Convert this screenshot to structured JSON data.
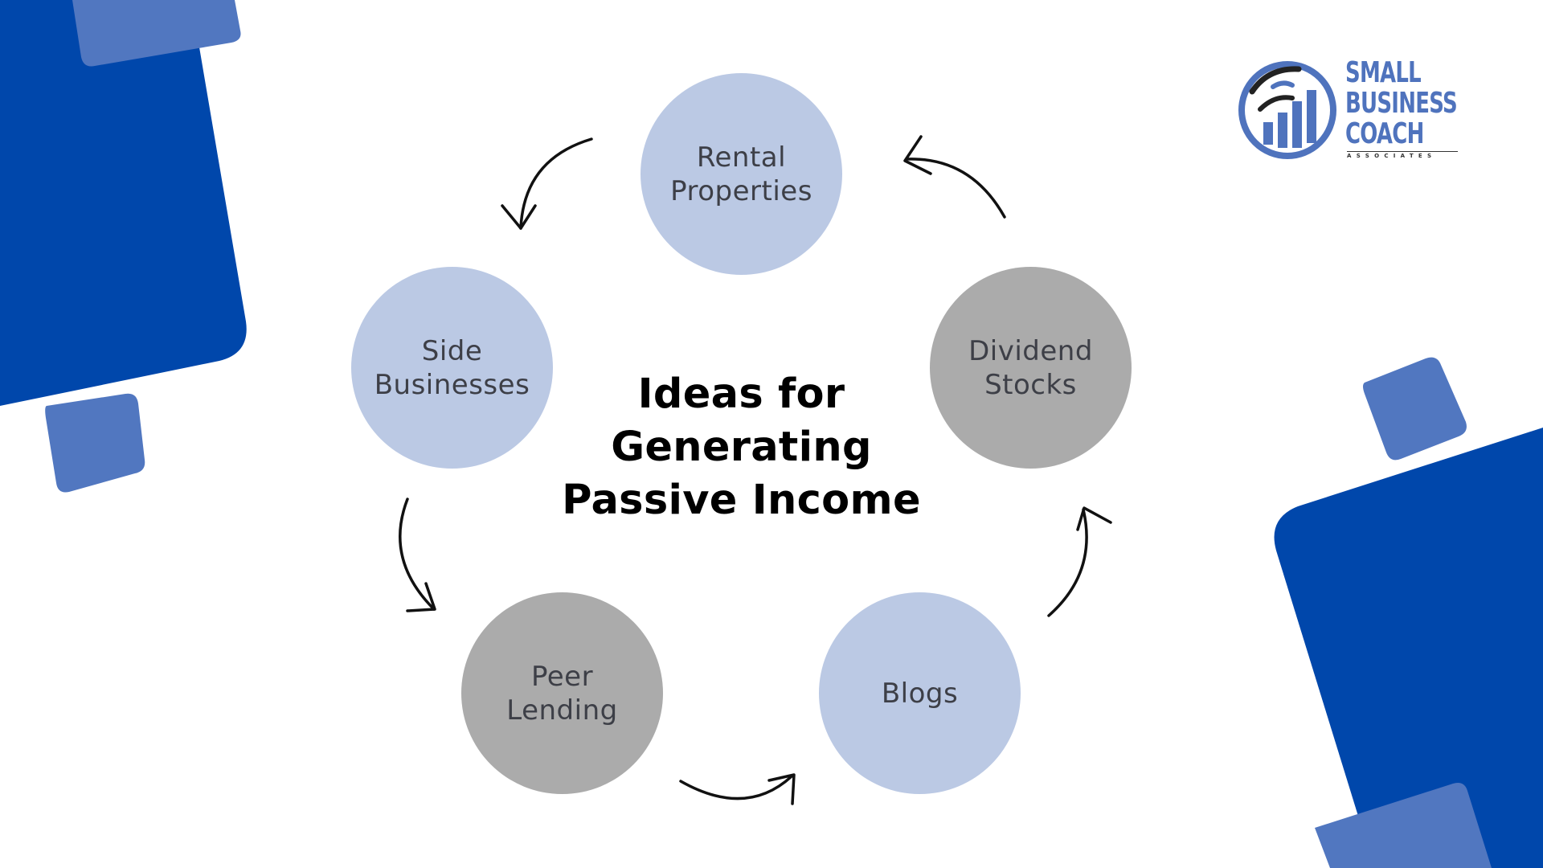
{
  "title": "Ideas for\nGenerating\nPassive Income",
  "ideas": [
    {
      "label": "Rental\nProperties",
      "fill": "#bbc9e4"
    },
    {
      "label": "Dividend\nStocks",
      "fill": "#ababab"
    },
    {
      "label": "Blogs",
      "fill": "#bbc9e4"
    },
    {
      "label": "Peer\nLending",
      "fill": "#ababab"
    },
    {
      "label": "Side\nBusinesses",
      "fill": "#bbc9e4"
    }
  ],
  "logo": {
    "line1": "SMALL",
    "line2": "BUSINESS",
    "line3": "COACH",
    "subline": "ASSOCIATES",
    "color": "#4f73bd"
  },
  "colors": {
    "decor_dark": "#0047ab",
    "decor_light": "#5177c0",
    "circle_light": "#bbc9e4",
    "circle_gray": "#ababab",
    "arrow": "#111111"
  }
}
